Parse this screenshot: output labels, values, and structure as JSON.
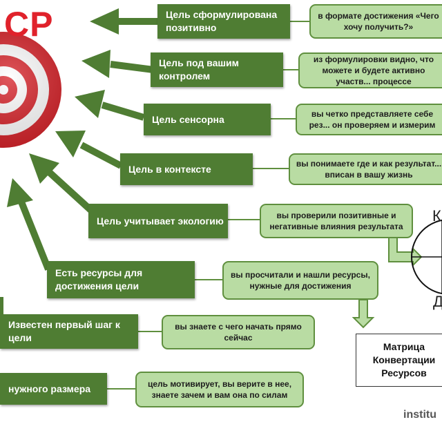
{
  "title": "СР",
  "criteria": [
    {
      "label": "Цель сформулирована позитивно",
      "note": "в формате достижения «Чего хочу получить?»"
    },
    {
      "label": "Цель под вашим контролем",
      "note": "из формулировки видно, что можете и будете активно участв... процессе"
    },
    {
      "label": "Цель сенсорна",
      "note": "вы четко представляете себе рез... он проверяем и измерим"
    },
    {
      "label": "Цель в контексте",
      "note": "вы понимаете где и как результат... вписан в вашу жизнь"
    },
    {
      "label": "Цель учитывает экологию",
      "note": "вы проверили позитивные и негативные влияния результата"
    },
    {
      "label": "Есть ресурсы для достижения цели",
      "note": "вы просчитали и нашли ресурсы, нужные для достижения"
    },
    {
      "label": "Известен первый шаг к цели",
      "note": "вы знаете с чего начать прямо сейчас"
    },
    {
      "label": "нужного размера",
      "note": "цель мотивирует, вы верите в нее, знаете зачем и вам она по силам"
    }
  ],
  "matrix_label": "Матрица Конвертации Ресурсов",
  "side_top": "Кі",
  "side_bottom": "Д",
  "footer": "institu",
  "colors": {
    "dark_green": "#4f7d33",
    "light_green": "#b9dca3",
    "red": "#e0222b"
  }
}
